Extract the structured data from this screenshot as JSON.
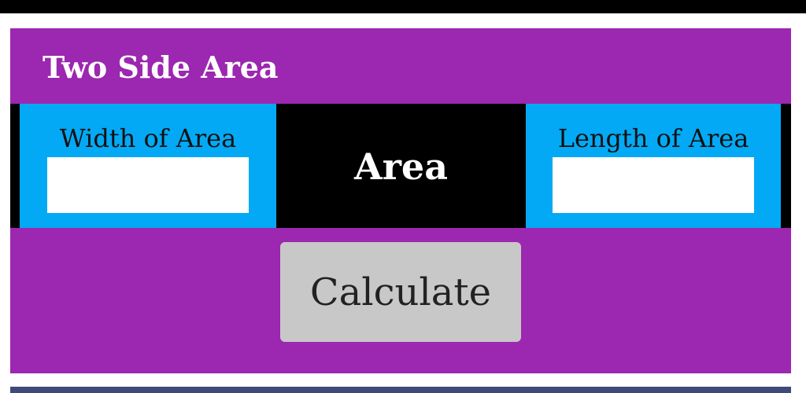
{
  "header": {
    "title": "Two Side Area"
  },
  "inputs": {
    "width": {
      "label": "Width of Area",
      "value": "",
      "placeholder": ""
    },
    "length": {
      "label": "Length of Area",
      "value": "",
      "placeholder": ""
    }
  },
  "center": {
    "label": "Area"
  },
  "actions": {
    "calculate_label": "Calculate"
  },
  "colors": {
    "card_bg": "#9c27b0",
    "panel_bg": "#03a9f4",
    "band_bg": "#000000",
    "button_bg": "#c8c8c8",
    "bottom_strip": "#3f4a78"
  }
}
